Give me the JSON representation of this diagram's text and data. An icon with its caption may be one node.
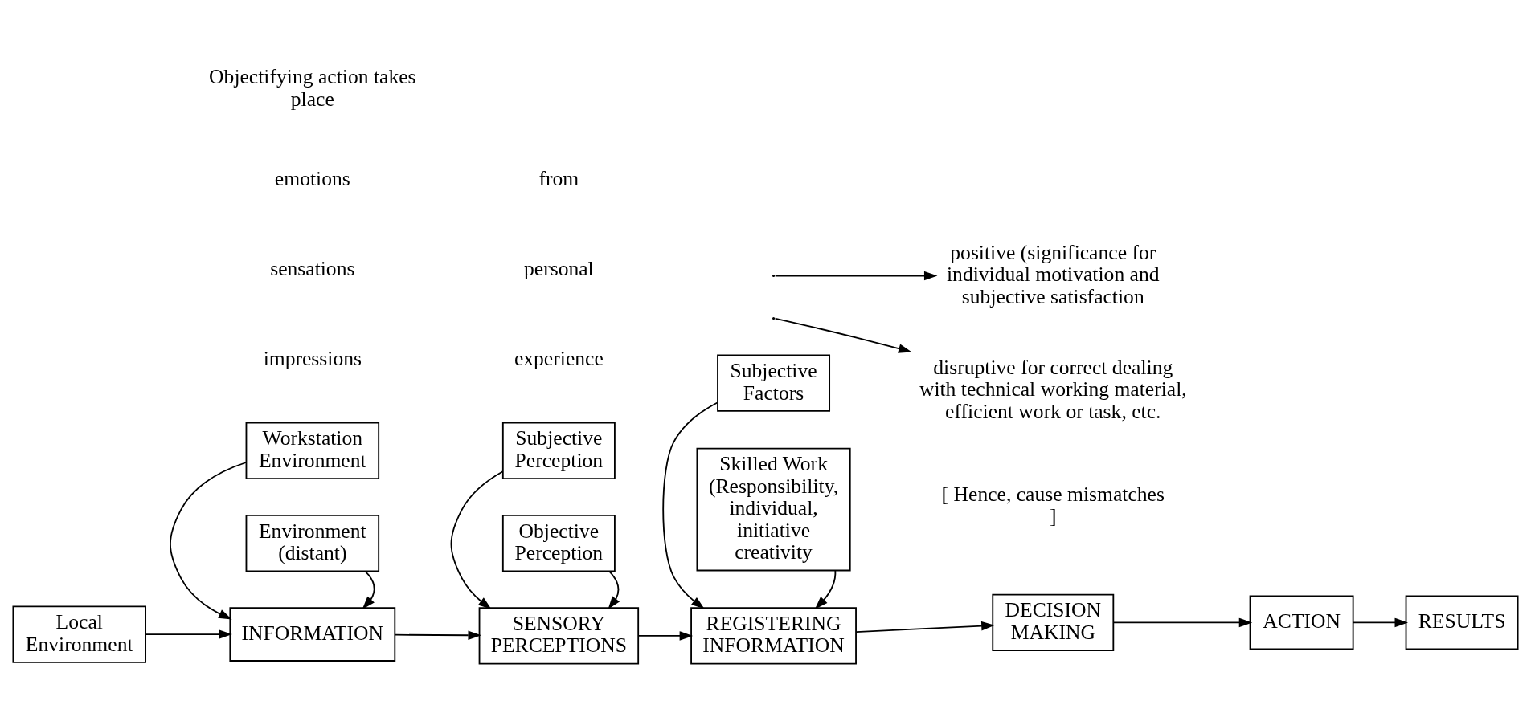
{
  "diagram": {
    "nodes": [
      {
        "text": [
          "Local Environment"
        ]
      },
      {
        "text": [
          "Workstation Environment"
        ]
      },
      {
        "text": [
          "INFORMATION"
        ]
      },
      {
        "text": [
          "Environment (distant)"
        ]
      },
      {
        "text": [
          "Subjective Perception"
        ]
      },
      {
        "text": [
          "SENSORY PERCEPTIONS"
        ]
      },
      {
        "text": [
          "Objective Perception"
        ]
      },
      {
        "text": [
          "Subjective Factors"
        ]
      },
      {
        "text": [
          "REGISTERING INFORMATION"
        ]
      },
      {
        "text": [
          "Skilled Work (Responsibility, individual, initiative creativity"
        ]
      },
      {
        "text": [
          "DECISION MAKING"
        ]
      },
      {
        "text": [
          "ACTION"
        ]
      },
      {
        "text": [
          "RESULTS"
        ]
      },
      {
        "text": [
          "positive (significance for individual motivation and subjective satisfaction"
        ]
      },
      {
        "text": [
          "disruptive for correct dealing with technical working material, efficient work or task, etc."
        ]
      }
    ],
    "edges": [
      {
        "from": 0,
        "to": 2,
        "arrow": "to"
      },
      {
        "from": 1,
        "to": 2,
        "arrow": "to"
      },
      {
        "from": 3,
        "to": 2,
        "arrow": "to"
      },
      {
        "from": 2,
        "to": 5,
        "arrow": "to"
      },
      {
        "from": 4,
        "to": 5,
        "arrow": "to"
      },
      {
        "from": 6,
        "to": 5,
        "arrow": "to"
      },
      {
        "from": 5,
        "to": 8,
        "arrow": "to"
      },
      {
        "from": 7,
        "to": 8,
        "arrow": "to"
      },
      {
        "from": 9,
        "to": 8,
        "arrow": "to"
      },
      {
        "from": 8,
        "to": 10,
        "arrow": "to"
      },
      {
        "from": 10,
        "to": 11,
        "arrow": "to"
      },
      {
        "from": 11,
        "to": 12,
        "arrow": "to"
      },
      {
        "from": null,
        "to": 13,
        "arrow": "to"
      },
      {
        "from": null,
        "to": 14,
        "arrow": "to"
      }
    ],
    "labels": [
      "Objectifying action takes place",
      "emotions",
      "from",
      "sensations",
      "personal",
      "impressions",
      "experience",
      "[ Hence, cause mismatches ]"
    ]
  }
}
